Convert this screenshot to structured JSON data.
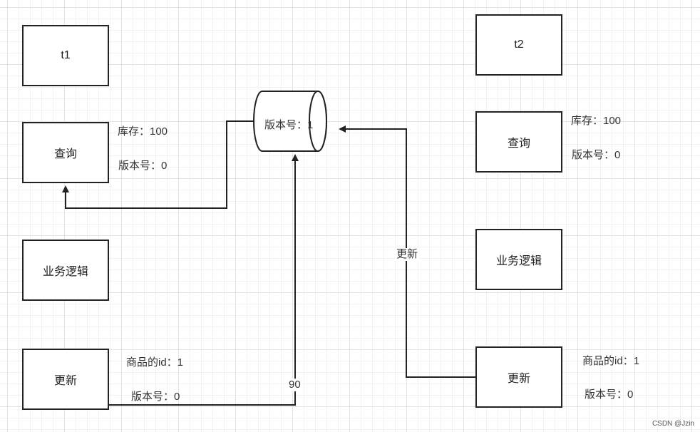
{
  "t1": {
    "title": "t1",
    "query": "查询",
    "stock_label": "库存：100",
    "version_label": "版本号：0",
    "logic": "业务逻辑",
    "update": "更新",
    "product_id_label": "商品的id：1",
    "update_version_label": "版本号：0",
    "edge_value": "90"
  },
  "t2": {
    "title": "t2",
    "query": "查询",
    "stock_label": "库存：100",
    "version_label": "版本号：0",
    "logic": "业务逻辑",
    "update": "更新",
    "product_id_label": "商品的id：1",
    "update_version_label": "版本号：0",
    "edge_label": "更新"
  },
  "db": {
    "label": "版本号：1"
  },
  "watermark": "CSDN @Jzin"
}
